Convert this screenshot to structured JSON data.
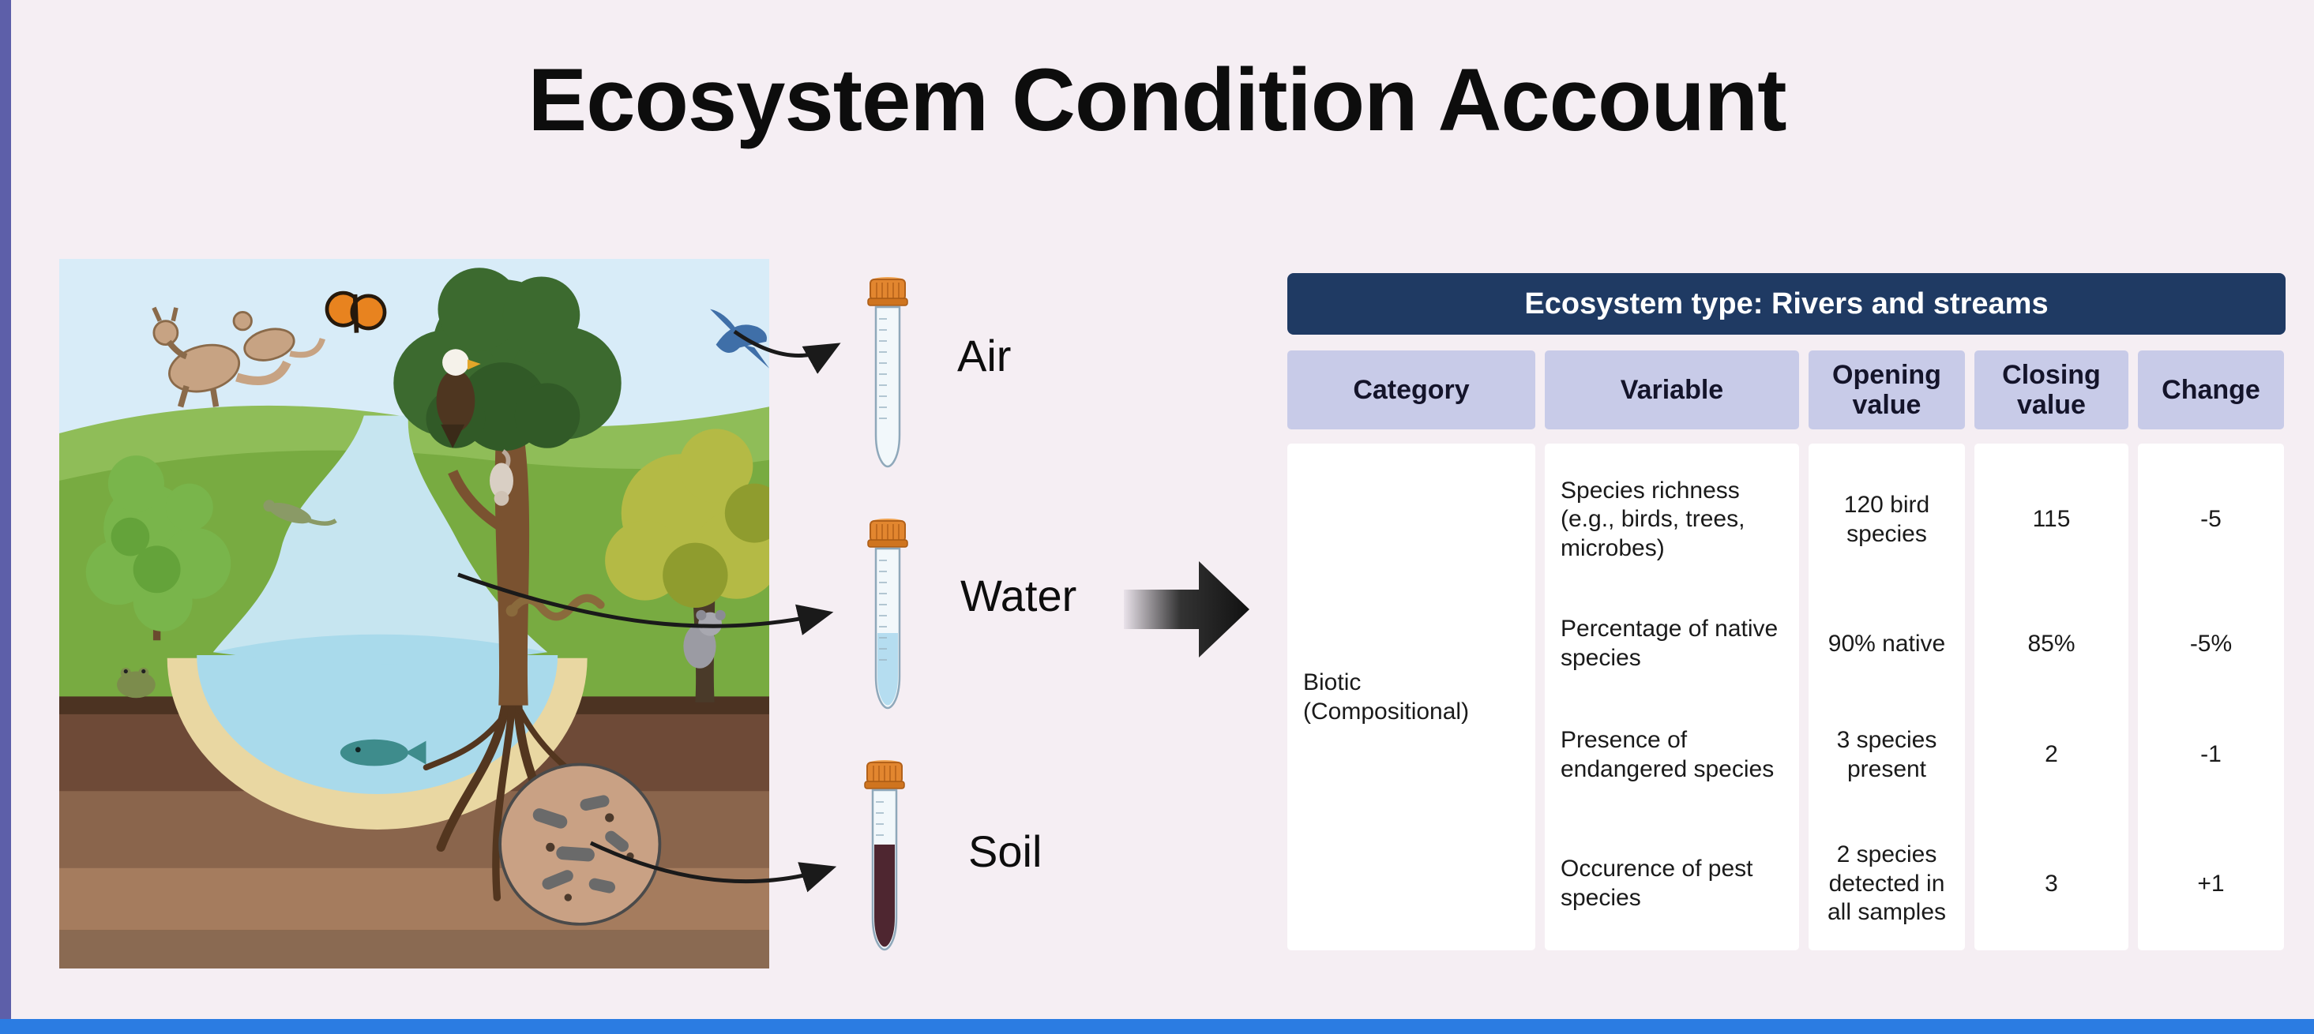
{
  "page": {
    "title": "Ecosystem Condition Account"
  },
  "samples": {
    "air_label": "Air",
    "water_label": "Water",
    "soil_label": "Soil"
  },
  "table": {
    "header": "Ecosystem type: Rivers and streams",
    "columns": [
      "Category",
      "Variable",
      "Opening value",
      "Closing value",
      "Change"
    ],
    "category": "Biotic (Compositional)",
    "rows": [
      {
        "variable": "Species richness (e.g., birds, trees, microbes)",
        "opening": "120 bird species",
        "closing": "115",
        "change": "-5"
      },
      {
        "variable": "Percentage of native species",
        "opening": "90% native",
        "closing": "85%",
        "change": "-5%"
      },
      {
        "variable": "Presence of endangered species",
        "opening": "3 species present",
        "closing": "2",
        "change": "-1"
      },
      {
        "variable": "Occurence of pest species",
        "opening": "2 species detected in all samples",
        "closing": "3",
        "change": "+1"
      }
    ]
  },
  "icons": {
    "air_tube": "sample-tube-empty",
    "water_tube": "sample-tube-water",
    "soil_tube": "sample-tube-soil",
    "flow_arrow": "right-arrow"
  },
  "colors": {
    "page_bg": "#f5eef3",
    "left_bar": "#5d5fa9",
    "bottom_bar": "#2b7ce2",
    "table_header_bg": "#1f3a63",
    "table_header_text": "#ffffff",
    "column_header_bg": "#c8cbe8",
    "table_body_bg": "#ffffff"
  }
}
